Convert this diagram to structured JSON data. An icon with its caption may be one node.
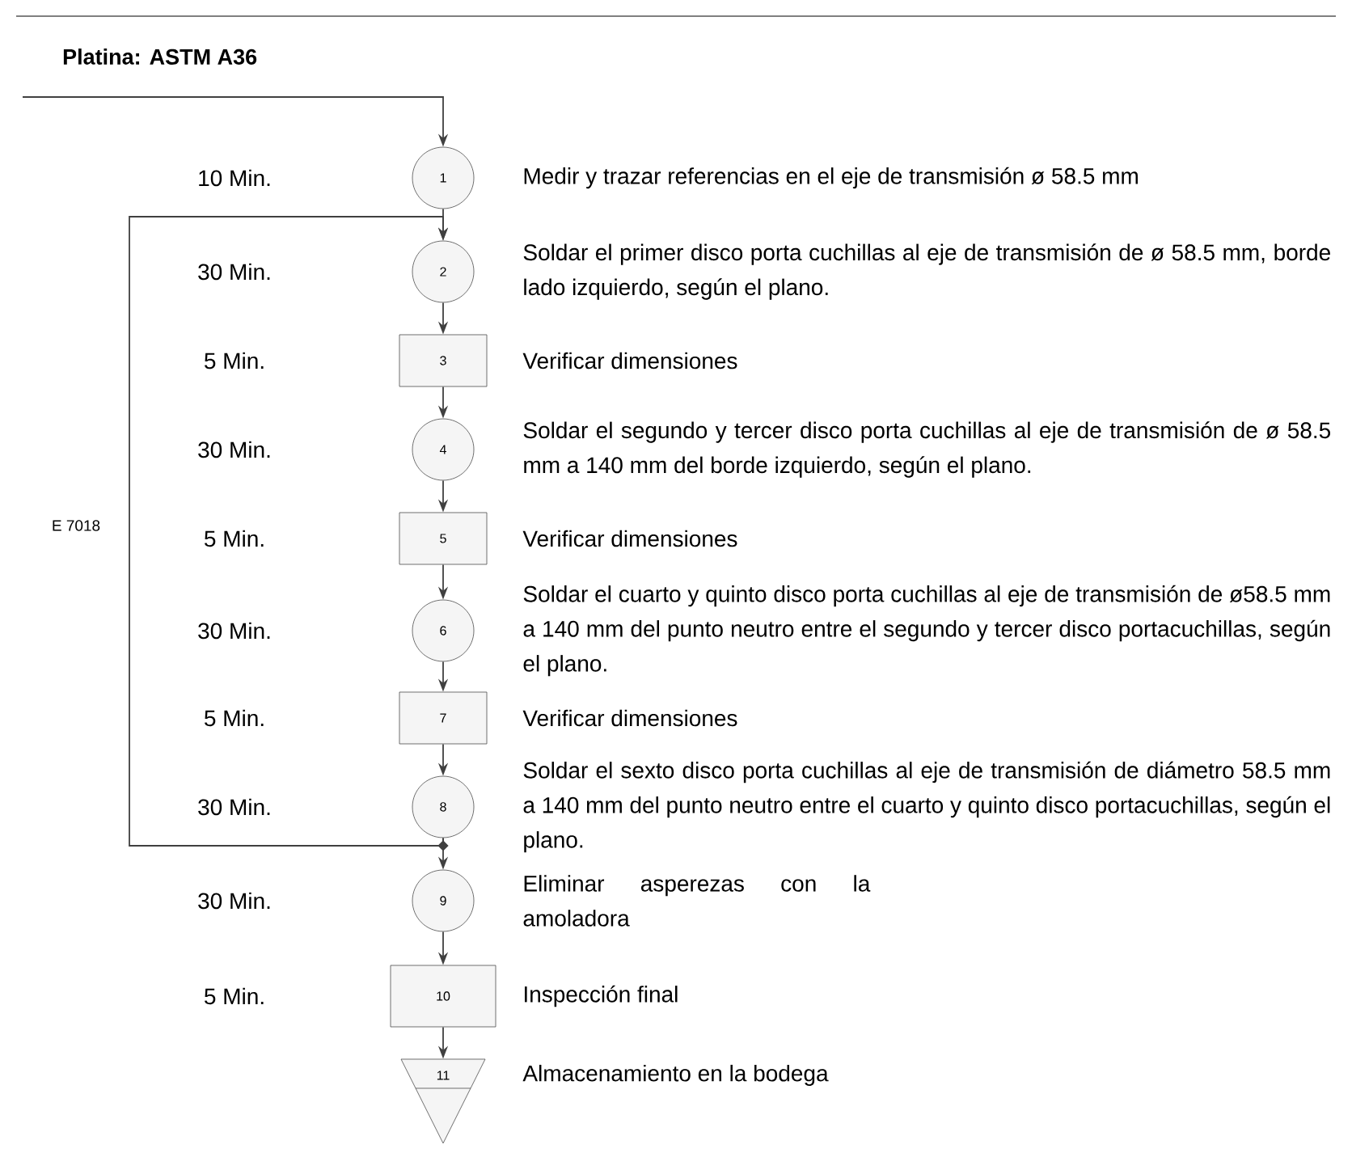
{
  "diagram": {
    "title": "Platina: ASTM A36",
    "nodes": [
      {
        "text": [
          "1"
        ],
        "beside": [
          "Medir y trazar referencias en el eje de transmisión ø 58.5 mm"
        ]
      },
      {
        "text": [
          "2"
        ],
        "beside": [
          "Soldar el primer disco porta cuchillas al eje de transmisión de ø 58.5 mm, borde lado izquierdo, según el plano."
        ]
      },
      {
        "text": [
          "3"
        ],
        "beside": [
          "Verificar dimensiones"
        ]
      },
      {
        "text": [
          "4"
        ],
        "beside": [
          "Soldar el segundo y tercer disco porta cuchillas al eje de transmisión de ø 58.5 mm a 140 mm del borde izquierdo, según el plano."
        ]
      },
      {
        "text": [
          "5"
        ],
        "beside": [
          "Verificar dimensiones"
        ]
      },
      {
        "text": [
          "6"
        ],
        "beside": [
          "Soldar el cuarto y quinto disco porta cuchillas al eje de transmisión de ø58.5 mm a 140 mm del punto neutro entre el segundo y tercer disco portacuchillas, según el plano."
        ]
      },
      {
        "text": [
          "7"
        ],
        "beside": [
          "Verificar dimensiones"
        ]
      },
      {
        "text": [
          "8"
        ],
        "beside": [
          "Soldar el sexto disco porta cuchillas al eje de transmisión de diámetro 58.5 mm a 140 mm del punto neutro entre el cuarto y quinto disco portacuchillas, según el plano."
        ]
      },
      {
        "text": [
          "9"
        ],
        "beside": [
          "Eliminar asperezas con la amoladora"
        ]
      },
      {
        "text": [
          "10"
        ],
        "beside": [
          "Inspección final"
        ]
      },
      {
        "text": [
          "11"
        ],
        "beside": [
          "Almacenamiento en la bodega"
        ]
      }
    ],
    "edges": [
      {
        "from": null,
        "to": 0,
        "arrow": "to"
      },
      {
        "from": 0,
        "to": 1,
        "arrow": "to"
      },
      {
        "from": 1,
        "to": 2,
        "arrow": "to"
      },
      {
        "from": 2,
        "to": 3,
        "arrow": "to"
      },
      {
        "from": 3,
        "to": 4,
        "arrow": "to"
      },
      {
        "from": 4,
        "to": 5,
        "arrow": "to"
      },
      {
        "from": 5,
        "to": 6,
        "arrow": "to"
      },
      {
        "from": 6,
        "to": 7,
        "arrow": "to"
      },
      {
        "from": 7,
        "to": 8,
        "arrow": "to"
      },
      {
        "from": 8,
        "to": 9,
        "arrow": "to"
      },
      {
        "from": 9,
        "to": 10,
        "arrow": "to"
      },
      {
        "from": 7,
        "to": 1,
        "arrow": "to"
      }
    ],
    "labels": [
      "10 Min.",
      "30 Min.",
      "5 Min.",
      "30 Min.",
      "E 7018",
      "5 Min.",
      "30 Min.",
      "5 Min.",
      "30 Min.",
      "30 Min.",
      "5 Min."
    ]
  }
}
